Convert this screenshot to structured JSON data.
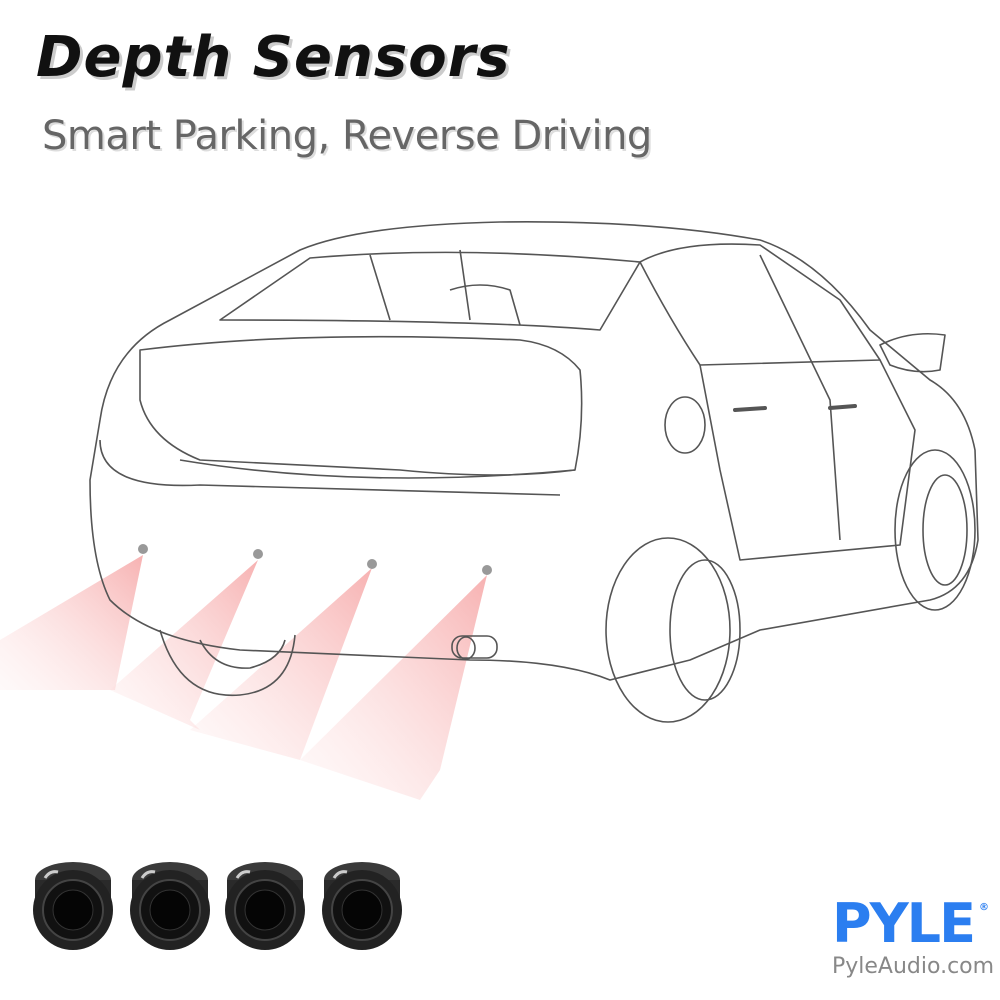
{
  "title": "Depth Sensors",
  "subtitle": "Smart Parking, Reverse Driving",
  "brand": {
    "name": "PYLE",
    "reg": "®",
    "website": "PyleAudio.com",
    "color": "#2b7ef0"
  },
  "beam_color": "#f6b8b8",
  "sensor_count": 4
}
